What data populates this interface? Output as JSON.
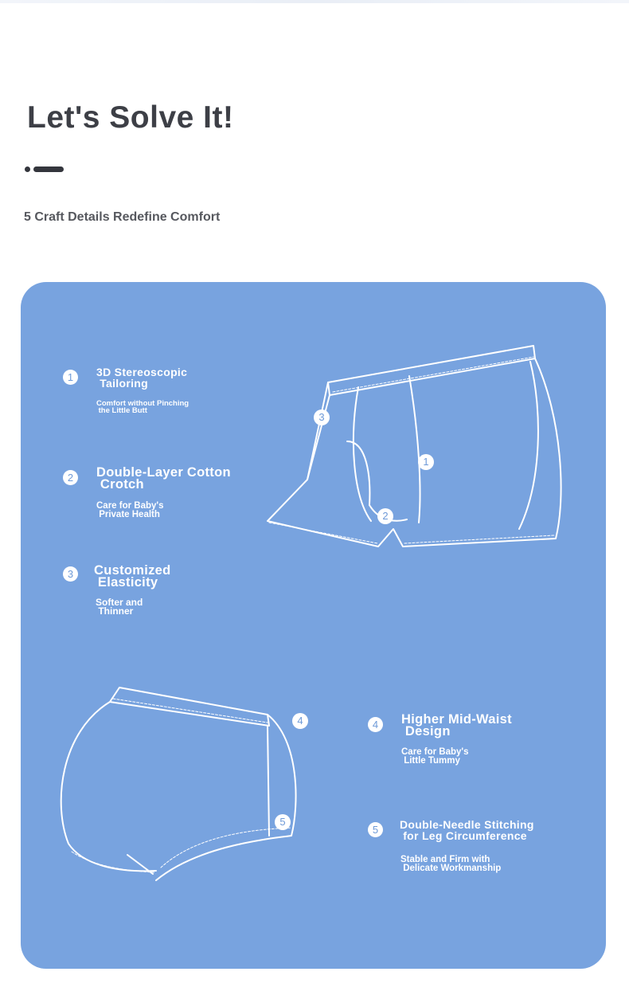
{
  "header": {
    "title": "Let's Solve It!",
    "subtitle": "5 Craft Details Redefine Comfort"
  },
  "features": [
    {
      "number": "1",
      "title": "3D Stereoscopic\n Tailoring",
      "description": "Comfort without Pinching\n the Little Butt"
    },
    {
      "number": "2",
      "title": "Double-Layer Cotton\n Crotch",
      "description": "Care for Baby's\n Private Health"
    },
    {
      "number": "3",
      "title": "Customized\n Elasticity",
      "description": "Softer and\n Thinner"
    },
    {
      "number": "4",
      "title": "Higher Mid-Waist\n Design",
      "description": "Care for Baby's\n Little Tummy"
    },
    {
      "number": "5",
      "title": "Double-Needle Stitching\n for Leg Circumference",
      "description": "Stable and Firm with\n Delicate Workmanship"
    }
  ],
  "diagram_markers": {
    "front": [
      "3",
      "1",
      "2"
    ],
    "back": [
      "4",
      "5"
    ]
  },
  "colors": {
    "panel": "#78a3df",
    "title": "#3d3f46",
    "subtitle": "#56585e",
    "text_on_panel": "#ffffff"
  }
}
